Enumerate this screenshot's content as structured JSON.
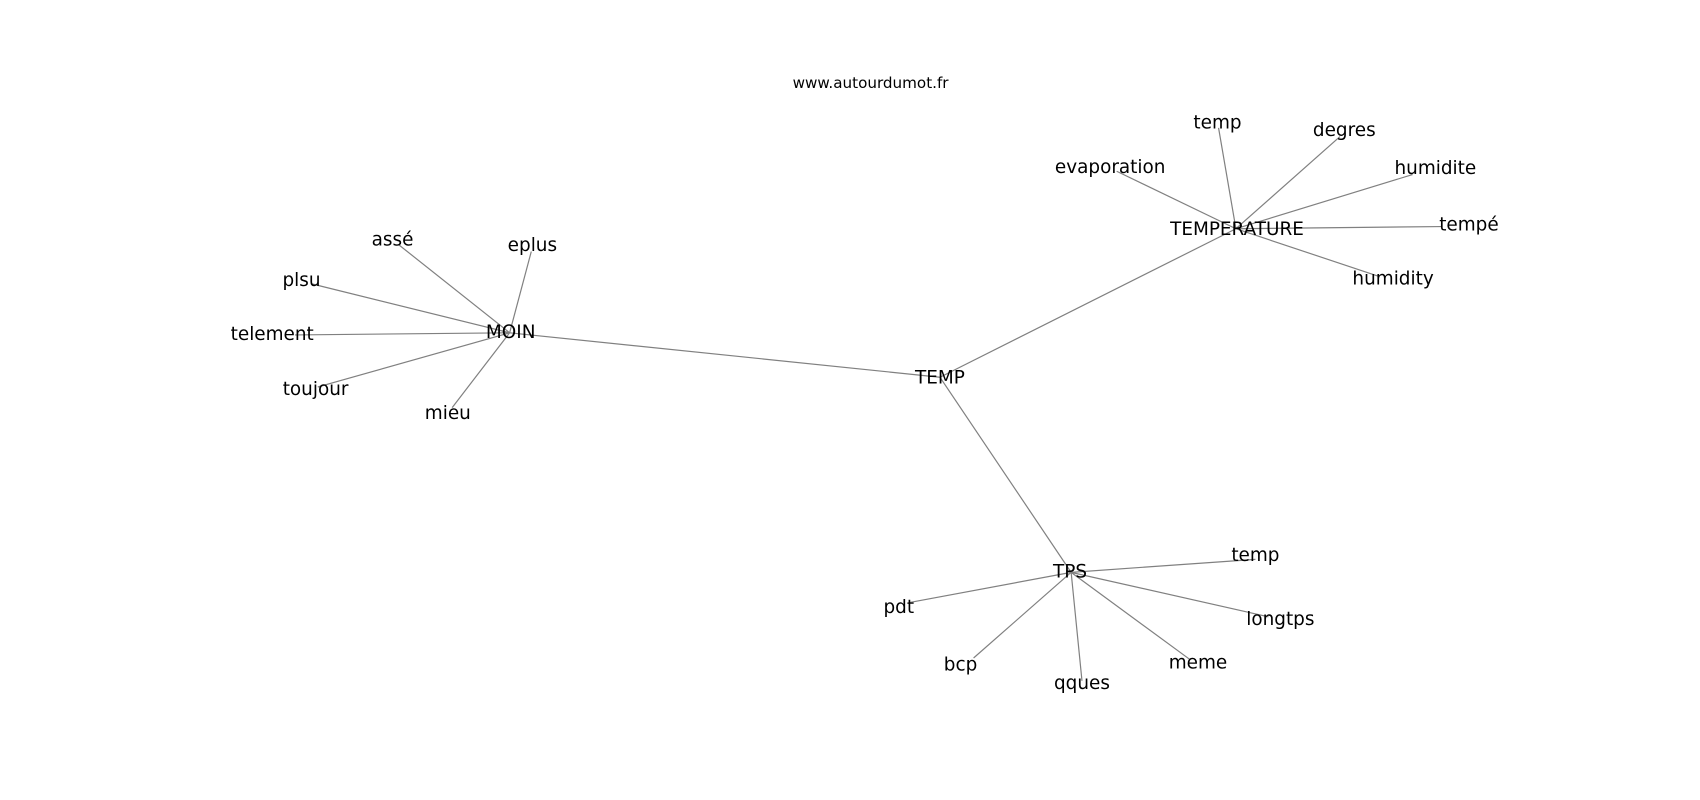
{
  "title": "www.autourdumot.fr",
  "graph": {
    "nodes": [
      "TEMP",
      "MOIN",
      "TEMPERATURE",
      "TPS",
      "assé",
      "eplus",
      "plsu",
      "telement",
      "toujour",
      "mieu",
      "evaporation",
      "temp",
      "degres",
      "humidite",
      "tempé",
      "humidity",
      "temp",
      "longtps",
      "meme",
      "qques",
      "bcp",
      "pdt"
    ],
    "edges": [
      [
        0,
        1
      ],
      [
        0,
        2
      ],
      [
        0,
        3
      ],
      [
        1,
        4
      ],
      [
        1,
        5
      ],
      [
        1,
        6
      ],
      [
        1,
        7
      ],
      [
        1,
        8
      ],
      [
        1,
        9
      ],
      [
        2,
        10
      ],
      [
        2,
        11
      ],
      [
        2,
        12
      ],
      [
        2,
        13
      ],
      [
        2,
        14
      ],
      [
        2,
        15
      ],
      [
        3,
        16
      ],
      [
        3,
        17
      ],
      [
        3,
        18
      ],
      [
        3,
        19
      ],
      [
        3,
        20
      ],
      [
        3,
        21
      ]
    ]
  }
}
